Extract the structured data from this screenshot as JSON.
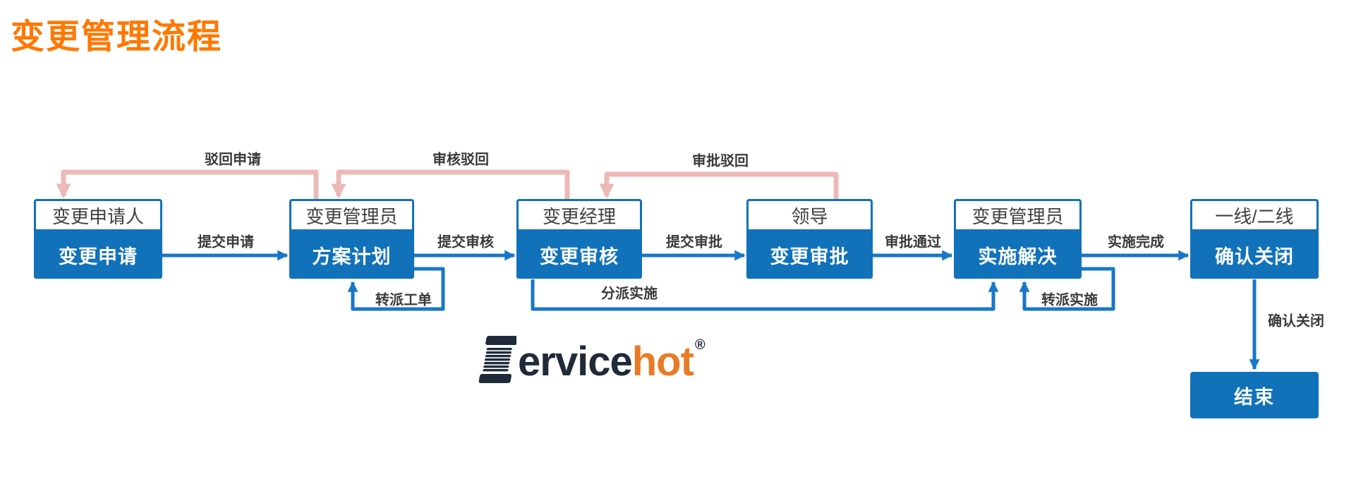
{
  "title": "变更管理流程",
  "colors": {
    "title_orange": "#ff7800",
    "box_blue": "#1172ba",
    "arrow_blue": "#1877c9",
    "reject_pink": "#ecb9b7",
    "label_dark": "#3a3a3a",
    "logo_dark": "#202b39",
    "logo_orange": "#e87c26"
  },
  "diagram": {
    "stations": [
      {
        "role": "变更申请人",
        "step": "变更申请"
      },
      {
        "role": "变更管理员",
        "step": "方案计划"
      },
      {
        "role": "变更经理",
        "step": "变更审核"
      },
      {
        "role": "领导",
        "step": "变更审批"
      },
      {
        "role": "变更管理员",
        "step": "实施解决"
      },
      {
        "role": "一线/二线",
        "step": "确认关闭"
      }
    ],
    "end_node": "结束",
    "forward_labels": [
      "提交申请",
      "提交审核",
      "提交审批",
      "审批通过",
      "实施完成"
    ],
    "reject_labels": [
      "驳回申请",
      "审核驳回",
      "审批驳回"
    ],
    "loop_labels": {
      "dispatch_ticket": "转派工单",
      "assign_implement": "分派实施",
      "transfer_implement": "转派实施",
      "confirm_close": "确认关闭"
    }
  },
  "logo": {
    "wordmark": "Servicehot",
    "text_dark": "ervice",
    "text_orange": "hot",
    "reg_mark": "®"
  }
}
